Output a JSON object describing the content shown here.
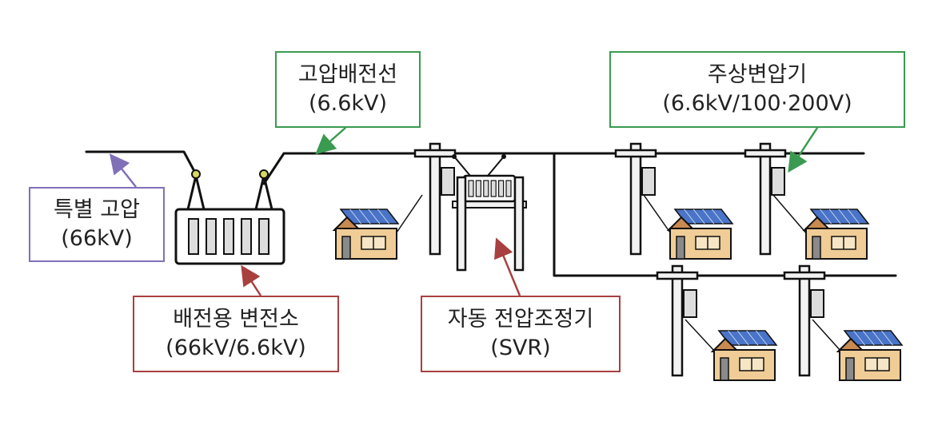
{
  "colors": {
    "line": "#111111",
    "purple": "#8070b8",
    "green": "#3a9a50",
    "red": "#a84040",
    "pole": "#f2f2f2",
    "house_wall": "#f0cc96",
    "roof": "#4a74c8"
  },
  "labels": {
    "high_voltage_line": {
      "title": "고압배전선",
      "sub": "(6.6kV)"
    },
    "pole_transformer": {
      "title": "주상변압기",
      "sub": "(6.6kV/100·200V)"
    },
    "extra_high_voltage": {
      "title": "특별 고압",
      "sub": "(66kV)"
    },
    "substation": {
      "title": "배전용 변전소",
      "sub": "(66kV/6.6kV)"
    },
    "svr": {
      "title": "자동 전압조정기",
      "sub": "(SVR)"
    }
  }
}
